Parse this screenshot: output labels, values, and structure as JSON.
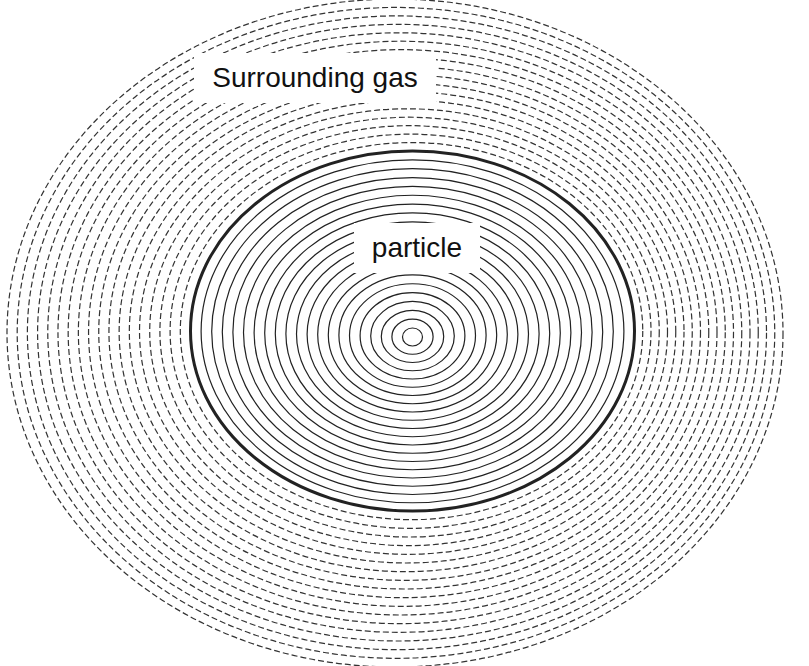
{
  "diagram": {
    "nodes": [
      {
        "text": [
          "Surrounding gas"
        ]
      },
      {
        "text": [
          "particle"
        ],
        "in": 0
      }
    ]
  }
}
